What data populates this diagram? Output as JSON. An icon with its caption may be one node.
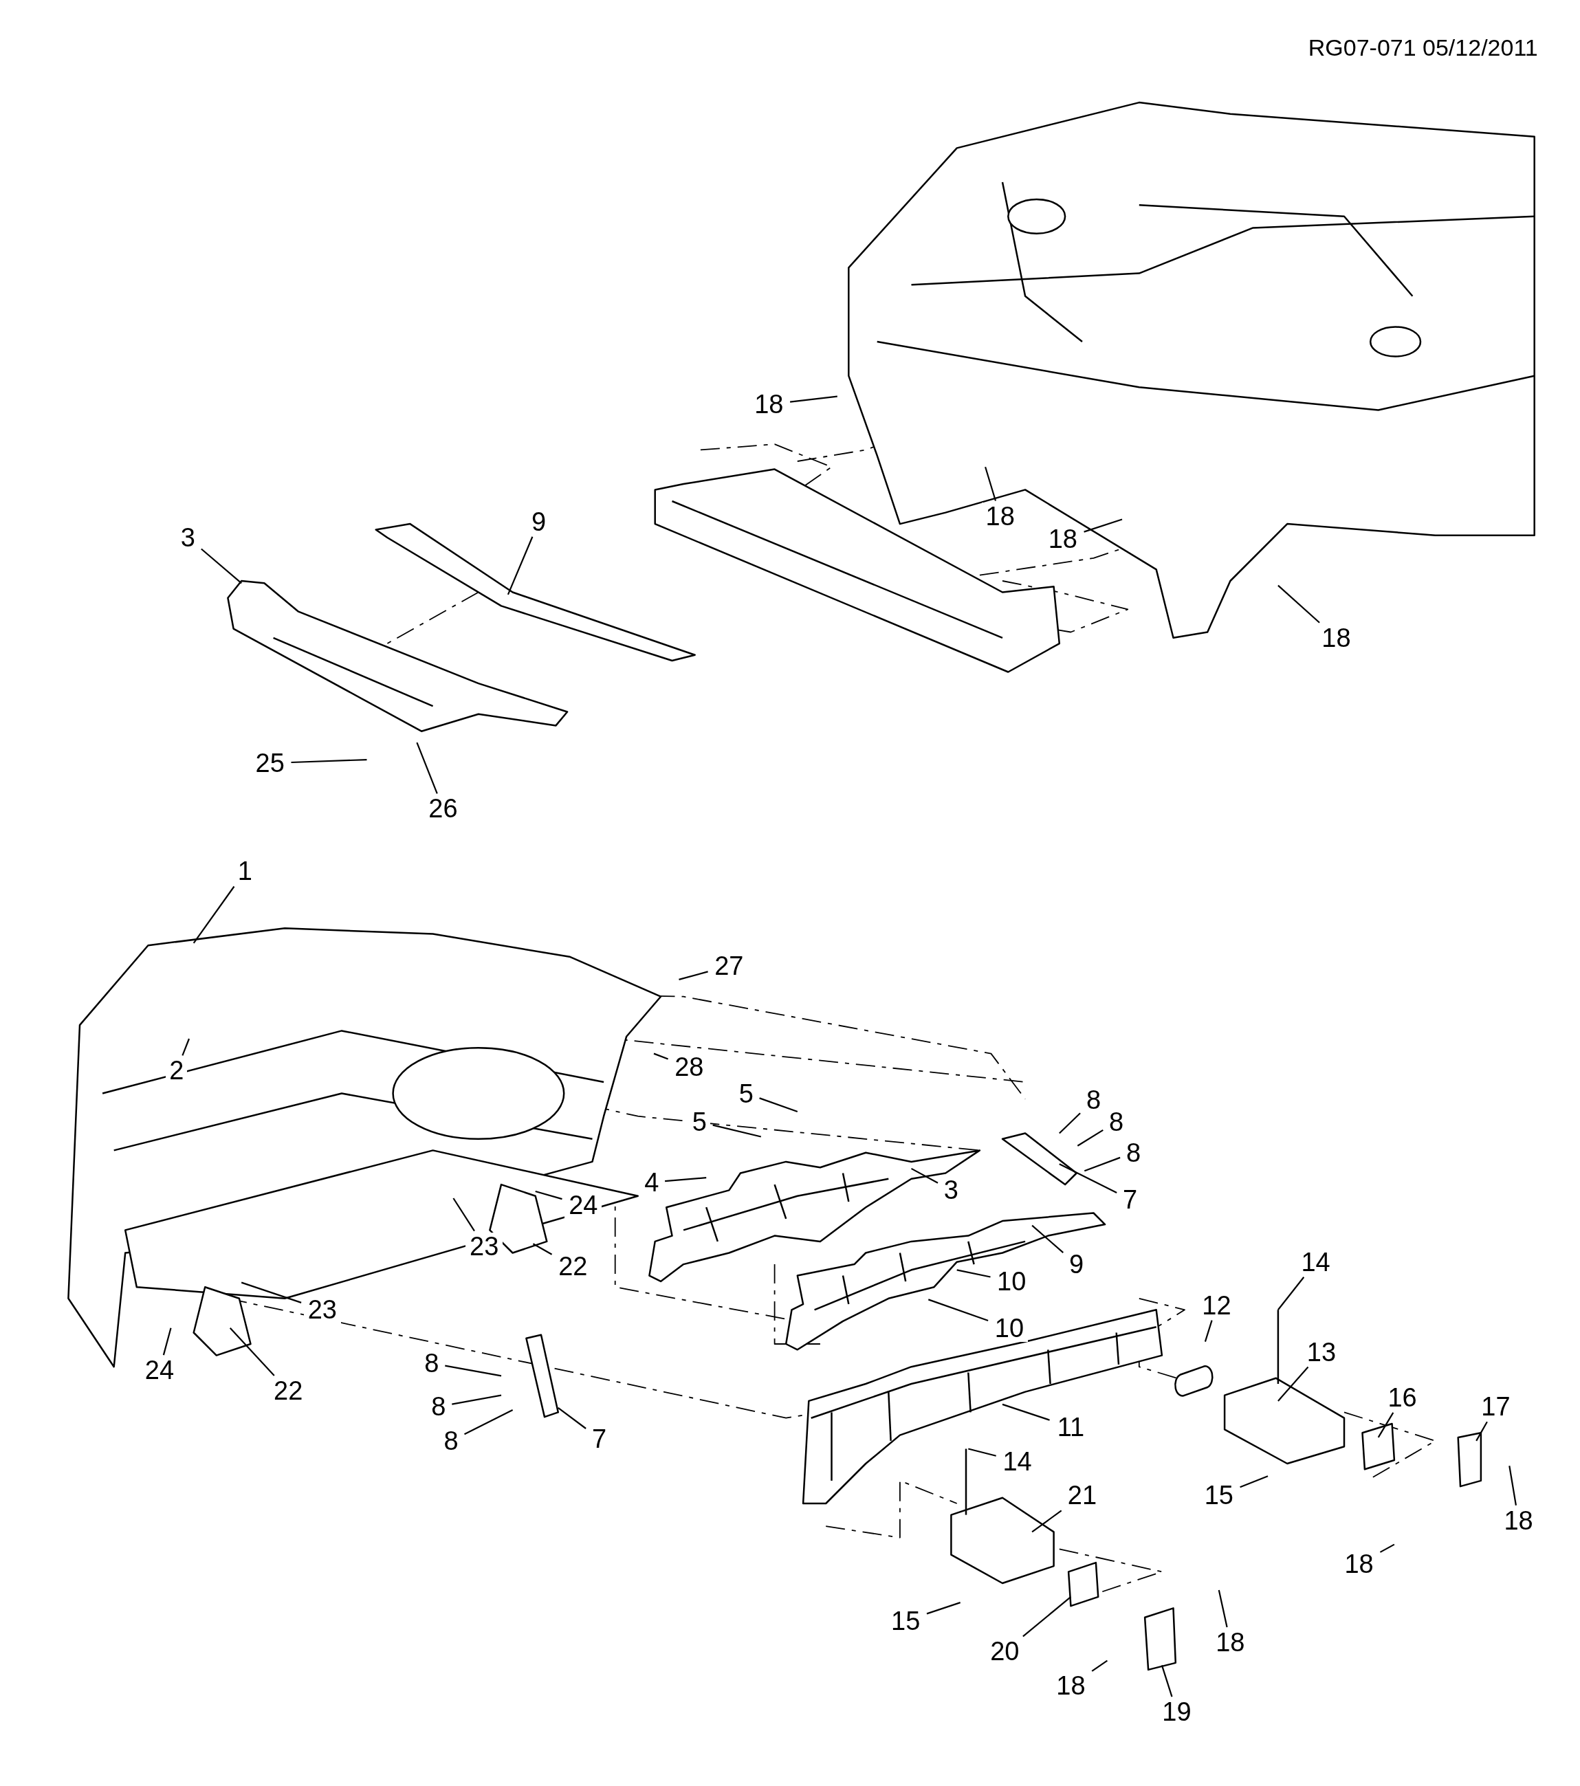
{
  "diagram": {
    "nodes": [
      {
        "text": [
          "18"
        ]
      },
      {
        "text": [
          "18"
        ]
      },
      {
        "text": [
          "18"
        ]
      },
      {
        "text": [
          "18"
        ]
      },
      {
        "text": [
          "9"
        ]
      },
      {
        "text": [
          "3"
        ]
      },
      {
        "text": [
          "25"
        ]
      },
      {
        "text": [
          "26"
        ]
      },
      {
        "text": [
          "1"
        ]
      },
      {
        "text": [
          "2"
        ]
      },
      {
        "text": [
          "27"
        ]
      },
      {
        "text": [
          "28"
        ]
      },
      {
        "text": [
          "5"
        ]
      },
      {
        "text": [
          "5"
        ]
      },
      {
        "text": [
          "4"
        ]
      },
      {
        "text": [
          "3"
        ]
      },
      {
        "text": [
          "8"
        ]
      },
      {
        "text": [
          "8"
        ]
      },
      {
        "text": [
          "8"
        ]
      },
      {
        "text": [
          "7"
        ]
      },
      {
        "text": [
          "24"
        ]
      },
      {
        "text": [
          "23"
        ]
      },
      {
        "text": [
          "22"
        ]
      },
      {
        "text": [
          "9"
        ]
      },
      {
        "text": [
          "10"
        ]
      },
      {
        "text": [
          "10"
        ]
      },
      {
        "text": [
          "23"
        ]
      },
      {
        "text": [
          "24"
        ]
      },
      {
        "text": [
          "22"
        ]
      },
      {
        "text": [
          "14"
        ]
      },
      {
        "text": [
          "12"
        ]
      },
      {
        "text": [
          "13"
        ]
      },
      {
        "text": [
          "16"
        ]
      },
      {
        "text": [
          "17"
        ]
      },
      {
        "text": [
          "8"
        ]
      },
      {
        "text": [
          "8"
        ]
      },
      {
        "text": [
          "8"
        ]
      },
      {
        "text": [
          "7"
        ]
      },
      {
        "text": [
          "11"
        ]
      },
      {
        "text": [
          "14"
        ]
      },
      {
        "text": [
          "21"
        ]
      },
      {
        "text": [
          "15"
        ]
      },
      {
        "text": [
          "18"
        ]
      },
      {
        "text": [
          "18"
        ]
      },
      {
        "text": [
          "15"
        ]
      },
      {
        "text": [
          "20"
        ]
      },
      {
        "text": [
          "18"
        ]
      },
      {
        "text": [
          "18"
        ]
      },
      {
        "text": [
          "19"
        ]
      }
    ],
    "edges": [
      {
        "from": 0,
        "to": null,
        "arrow": "none"
      },
      {
        "from": 1,
        "to": null,
        "arrow": "none"
      },
      {
        "from": 2,
        "to": null,
        "arrow": "none"
      },
      {
        "from": 3,
        "to": null,
        "arrow": "none"
      },
      {
        "from": 4,
        "to": null,
        "arrow": "none"
      },
      {
        "from": 5,
        "to": null,
        "arrow": "none"
      },
      {
        "from": 6,
        "to": null,
        "arrow": "none"
      },
      {
        "from": 7,
        "to": null,
        "arrow": "none"
      },
      {
        "from": 8,
        "to": null,
        "arrow": "none"
      },
      {
        "from": 9,
        "to": null,
        "arrow": "none"
      },
      {
        "from": 10,
        "to": null,
        "arrow": "none"
      },
      {
        "from": 11,
        "to": null,
        "arrow": "none"
      },
      {
        "from": 12,
        "to": null,
        "arrow": "none"
      },
      {
        "from": 13,
        "to": null,
        "arrow": "none"
      },
      {
        "from": 14,
        "to": null,
        "arrow": "none"
      },
      {
        "from": 15,
        "to": null,
        "arrow": "none"
      },
      {
        "from": 16,
        "to": null,
        "arrow": "none"
      },
      {
        "from": 17,
        "to": null,
        "arrow": "none"
      },
      {
        "from": 18,
        "to": null,
        "arrow": "none"
      },
      {
        "from": 19,
        "to": null,
        "arrow": "none"
      },
      {
        "from": 20,
        "to": null,
        "arrow": "none"
      },
      {
        "from": 21,
        "to": null,
        "arrow": "none"
      },
      {
        "from": 22,
        "to": null,
        "arrow": "none"
      },
      {
        "from": 23,
        "to": null,
        "arrow": "none"
      },
      {
        "from": 24,
        "to": null,
        "arrow": "none"
      },
      {
        "from": 25,
        "to": null,
        "arrow": "none"
      },
      {
        "from": 26,
        "to": null,
        "arrow": "none"
      },
      {
        "from": 27,
        "to": null,
        "arrow": "none"
      },
      {
        "from": 28,
        "to": null,
        "arrow": "none"
      },
      {
        "from": 29,
        "to": null,
        "arrow": "none"
      },
      {
        "from": 30,
        "to": null,
        "arrow": "none"
      },
      {
        "from": 31,
        "to": null,
        "arrow": "none"
      },
      {
        "from": 32,
        "to": null,
        "arrow": "none"
      },
      {
        "from": 33,
        "to": null,
        "arrow": "none"
      },
      {
        "from": 34,
        "to": null,
        "arrow": "none"
      },
      {
        "from": 35,
        "to": null,
        "arrow": "none"
      },
      {
        "from": 36,
        "to": null,
        "arrow": "none"
      },
      {
        "from": 37,
        "to": null,
        "arrow": "none"
      },
      {
        "from": 38,
        "to": null,
        "arrow": "none"
      },
      {
        "from": 39,
        "to": null,
        "arrow": "none"
      },
      {
        "from": 40,
        "to": null,
        "arrow": "none"
      },
      {
        "from": 41,
        "to": null,
        "arrow": "none"
      },
      {
        "from": 42,
        "to": null,
        "arrow": "none"
      },
      {
        "from": 43,
        "to": null,
        "arrow": "none"
      },
      {
        "from": 44,
        "to": null,
        "arrow": "none"
      },
      {
        "from": 45,
        "to": null,
        "arrow": "none"
      },
      {
        "from": 46,
        "to": null,
        "arrow": "none"
      },
      {
        "from": 47,
        "to": null,
        "arrow": "none"
      },
      {
        "from": 48,
        "to": null,
        "arrow": "none"
      }
    ],
    "labels": [
      "RG07-071 05/12/2011"
    ]
  }
}
